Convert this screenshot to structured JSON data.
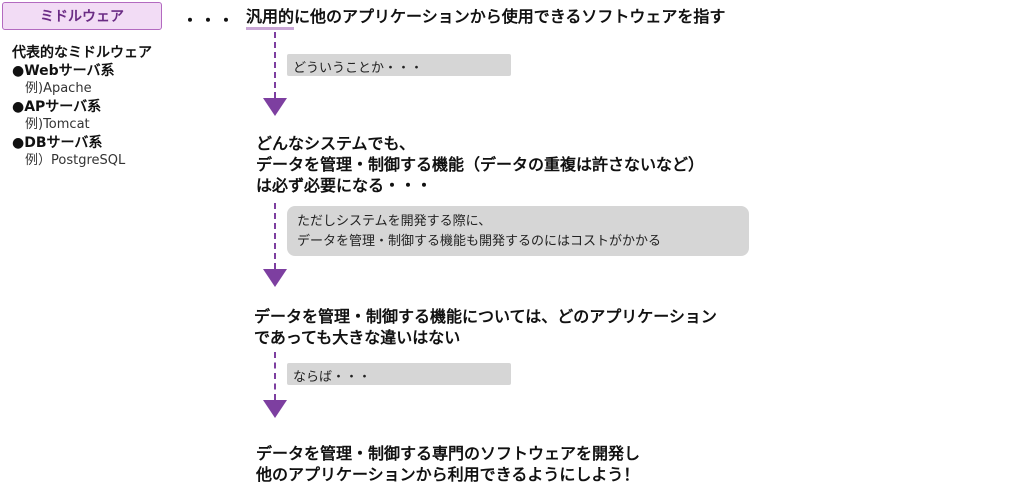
{
  "badge": "ミドルウェア",
  "dots": "・・・",
  "definition": "汎用的に他のアプリケーションから使用できるソフトウェアを指す",
  "definition_underlined": "汎用的",
  "definition_rest": "に他のアプリケーションから使用できるソフトウェアを指す",
  "sidebar": {
    "heading": "代表的なミドルウェア",
    "items": [
      {
        "category": "●Webサーバ系",
        "example": "例)Apache"
      },
      {
        "category": "●APサーバ系",
        "example": "例)Tomcat"
      },
      {
        "category": "●DBサーバ系",
        "example": "例）PostgreSQL"
      }
    ]
  },
  "notes": [
    "どういうことか・・・",
    "ただしシステムを開発する際に、",
    "データを管理・制御する機能も開発するのにはコストがかかる",
    "ならば・・・"
  ],
  "steps": [
    [
      "どんなシステムでも、",
      "データを管理・制御する機能（データの重複は許さないなど）",
      "は必ず必要になる・・・"
    ],
    [
      "データを管理・制御する機能については、どのアプリケーション",
      "であっても大きな違いはない"
    ],
    [
      "データを管理・制御する専門のソフトウェアを開発し",
      "他のアプリケーションから利用できるようにしよう！"
    ]
  ],
  "colors": {
    "accent": "#7d3fa0",
    "badge_bg": "#f2dcf5",
    "note_bg": "#d6d6d6"
  }
}
